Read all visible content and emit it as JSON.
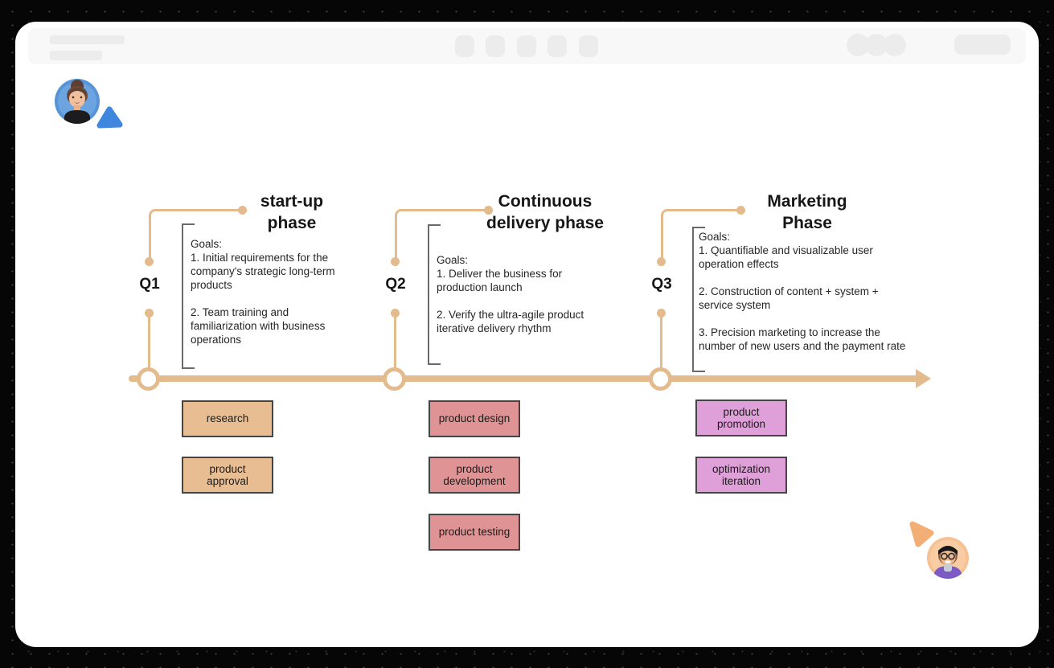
{
  "frame": {
    "border_color": "#060606",
    "canvas_color": "#ffffff",
    "toolbar_color": "#f8f8f8"
  },
  "collaborators": {
    "top_left": {
      "cursor_color": "#3f86de",
      "avatar_bg": "#5794d7"
    },
    "bottom_right": {
      "cursor_color": "#f2ae74",
      "avatar_bg": "#f6c193"
    }
  },
  "diagram": {
    "timeline_color": "#e4bb8c",
    "bracket_color": "#6a6a6a",
    "phases": [
      {
        "quarter": "Q1",
        "title_line1": "start-up",
        "title_line2": "phase",
        "goals_label": "Goals:",
        "goals": [
          "1. Initial requirements for the company's strategic long-term products",
          "2. Team training and familiarization with business operations"
        ],
        "task_fill": "#e9bd92",
        "tasks": [
          "research",
          "product approval"
        ]
      },
      {
        "quarter": "Q2",
        "title_line1": "Continuous",
        "title_line2": "delivery phase",
        "goals_label": "Goals:",
        "goals": [
          "1. Deliver the business for production launch",
          "2. Verify the ultra-agile product iterative delivery rhythm"
        ],
        "task_fill": "#e09394",
        "tasks": [
          "product design",
          "product development",
          "product testing"
        ]
      },
      {
        "quarter": "Q3",
        "title_line1": "Marketing",
        "title_line2": "Phase",
        "goals_label": "Goals:",
        "goals": [
          "1. Quantifiable and visualizable user operation effects",
          "2. Construction of content + system + service system",
          "3. Precision marketing to increase the number of new users and the payment rate"
        ],
        "task_fill": "#df9fd8",
        "tasks": [
          "product promotion",
          "optimization iteration"
        ]
      }
    ]
  }
}
